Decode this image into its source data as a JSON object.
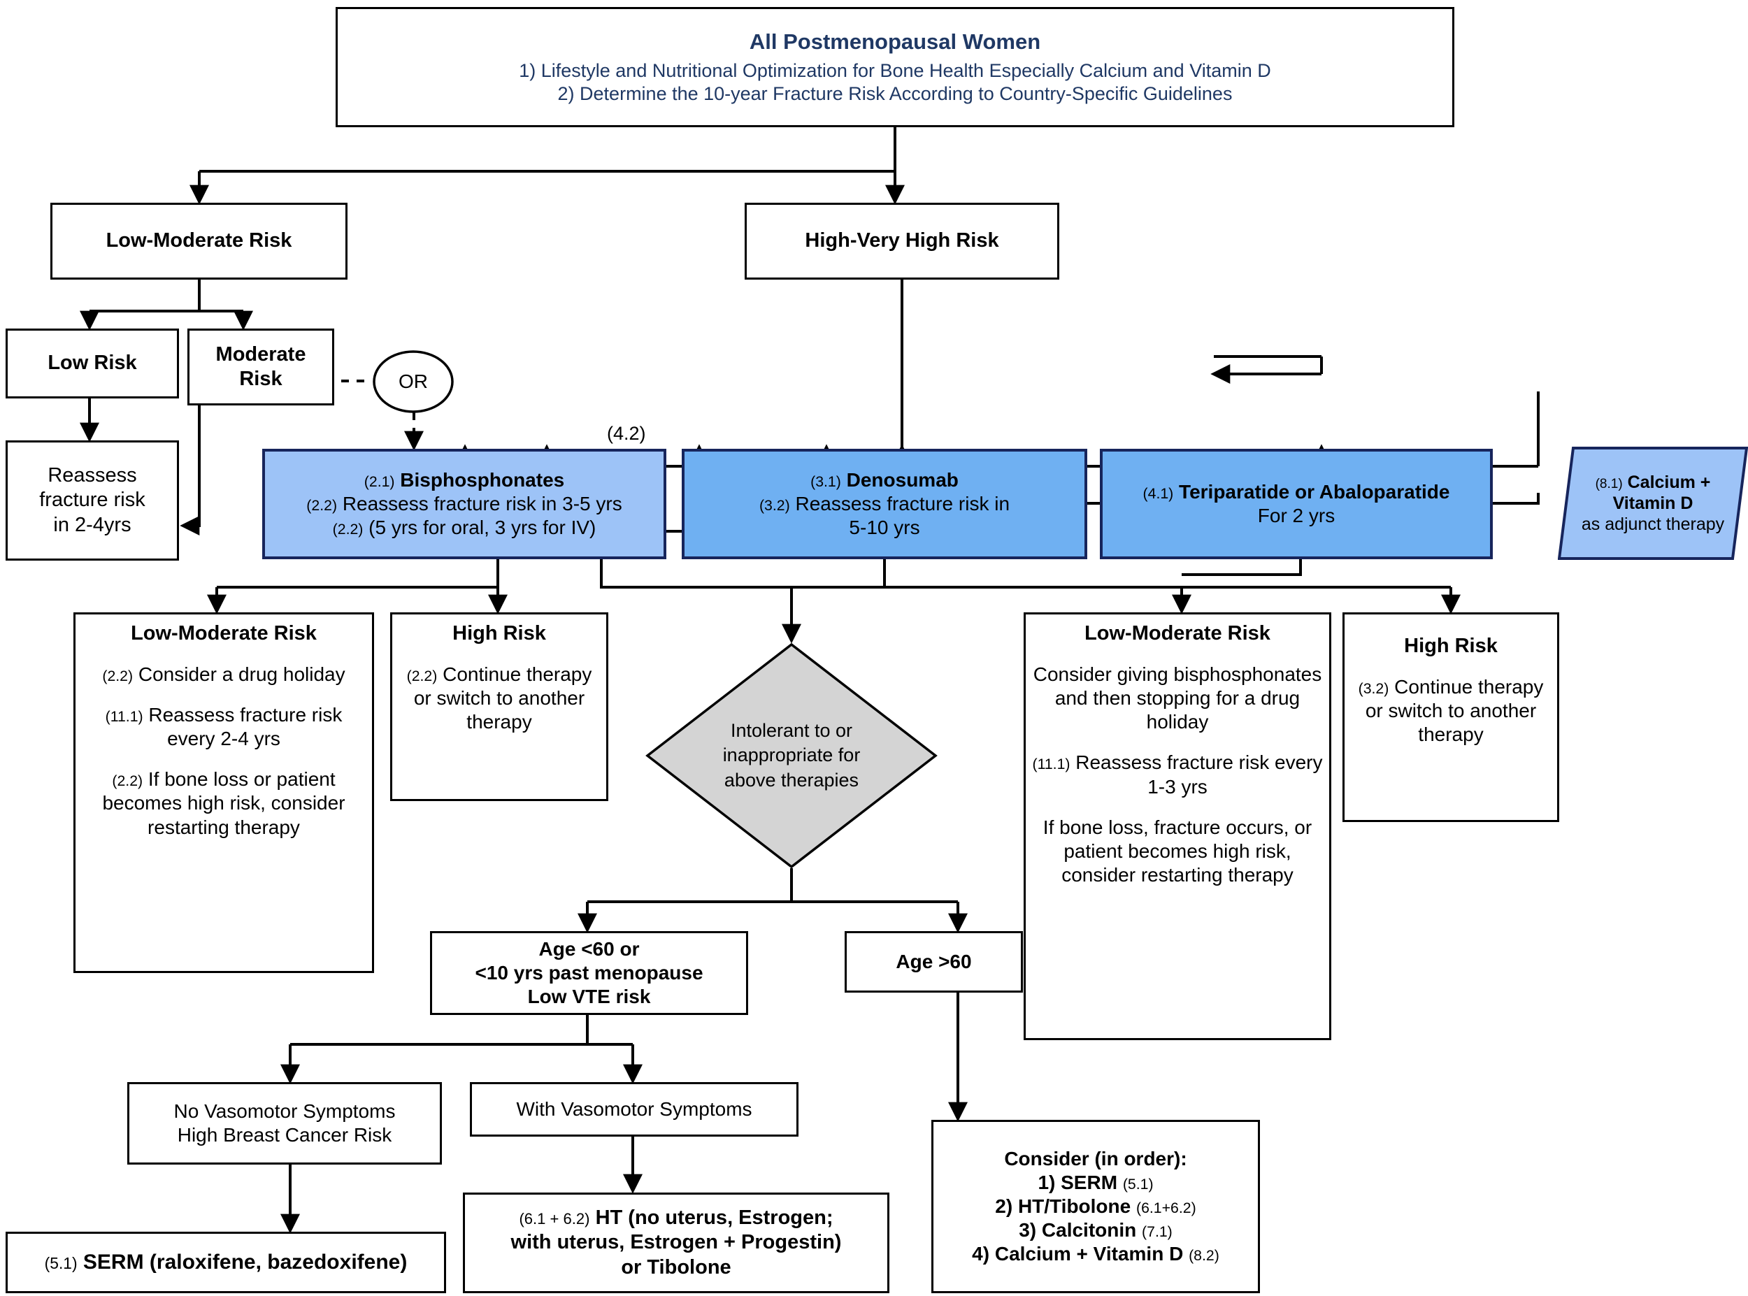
{
  "diagram": {
    "title": "All Postmenopausal Women",
    "colors": {
      "title_text": "#1f3864",
      "blue_light": "#9dc3f7",
      "blue_dark": "#6fb0f2",
      "blue_border": "#17255c",
      "diamond_fill": "#d4d4d4",
      "line": "#000000"
    }
  },
  "nodes": {
    "root": {
      "heading": "All Postmenopausal Women",
      "line1": "1) Lifestyle and Nutritional Optimization for Bone Health Especially Calcium and Vitamin D",
      "line2": "2) Determine the 10-year Fracture Risk According to Country-Specific Guidelines"
    },
    "low_moderate_risk": {
      "label": "Low-Moderate Risk"
    },
    "high_very_high_risk": {
      "label": "High-Very High Risk"
    },
    "low_risk": {
      "label": "Low Risk"
    },
    "moderate_risk": {
      "line1": "Moderate",
      "line2": "Risk"
    },
    "or_connector": {
      "label": "OR"
    },
    "reassess_2_4": {
      "line1": "Reassess",
      "line2": "fracture risk",
      "line3": "in 2-4yrs"
    },
    "bisphosphonates": {
      "ref1": "(2.1)",
      "name": "Bisphosphonates",
      "ref2": "(2.2)",
      "line2": "Reassess fracture risk in 3-5 yrs",
      "ref3": "(2.2)",
      "line3": "(5 yrs for oral, 3 yrs for IV)"
    },
    "denosumab": {
      "ref1": "(3.1)",
      "name": "Denosumab",
      "ref2": "(3.2)",
      "line2": "Reassess fracture risk in",
      "line3": "5-10 yrs"
    },
    "teriparatide": {
      "ref1": "(4.1)",
      "name": "Teriparatide or Abaloparatide",
      "line2": "For 2 yrs"
    },
    "calcium_vitd": {
      "ref1": "(8.1)",
      "name_line1": "Calcium +",
      "name_line2": "Vitamin D",
      "line3": "as adjunct therapy"
    },
    "bis_low_moderate": {
      "heading": "Low-Moderate Risk",
      "p1_ref": "(2.2)",
      "p1": "Consider a drug holiday",
      "p2_ref": "(11.1)",
      "p2": "Reassess fracture risk every 2-4 yrs",
      "p3_ref": "(2.2)",
      "p3": "If bone loss or patient becomes high risk, consider restarting therapy"
    },
    "bis_high_risk": {
      "heading": "High Risk",
      "p1_ref": "(2.2)",
      "p1": "Continue therapy or switch to another therapy"
    },
    "intolerant": {
      "line1": "Intolerant to or",
      "line2": "inappropriate for",
      "line3": "above therapies"
    },
    "den_low_moderate": {
      "heading": "Low-Moderate Risk",
      "p1": "Consider giving bisphosphonates and then stopping for a drug holiday",
      "p2_ref": "(11.1)",
      "p2": "Reassess fracture risk every 1-3 yrs",
      "p3": "If bone loss, fracture occurs, or patient becomes high risk, consider restarting therapy"
    },
    "den_high_risk": {
      "heading": "High Risk",
      "p1_ref": "(3.2)",
      "p1": "Continue therapy or switch to another therapy"
    },
    "age_under_60": {
      "line1": "Age <60 or",
      "line2": "<10 yrs past menopause",
      "line3": "Low VTE risk"
    },
    "age_over_60": {
      "label": "Age >60"
    },
    "no_vasomotor": {
      "line1": "No Vasomotor Symptoms",
      "line2": "High Breast Cancer Risk"
    },
    "with_vasomotor": {
      "label": "With Vasomotor Symptoms"
    },
    "serm": {
      "ref": "(5.1)",
      "label": "SERM (raloxifene, bazedoxifene)"
    },
    "ht_tibolone": {
      "ref": "(6.1 + 6.2)",
      "line1": "HT (no uterus, Estrogen;",
      "line2": "with uterus, Estrogen + Progestin)",
      "line3": "or Tibolone"
    },
    "consider_in_order": {
      "heading": "Consider (in order):",
      "item1": "1) SERM",
      "item1_ref": "(5.1)",
      "item2": "2) HT/Tibolone",
      "item2_ref": "(6.1+6.2)",
      "item3": "3) Calcitonin",
      "item3_ref": "(7.1)",
      "item4": "4) Calcium + Vitamin D",
      "item4_ref": "(8.2)"
    }
  },
  "edges": {
    "label_4_2": "(4.2)"
  }
}
